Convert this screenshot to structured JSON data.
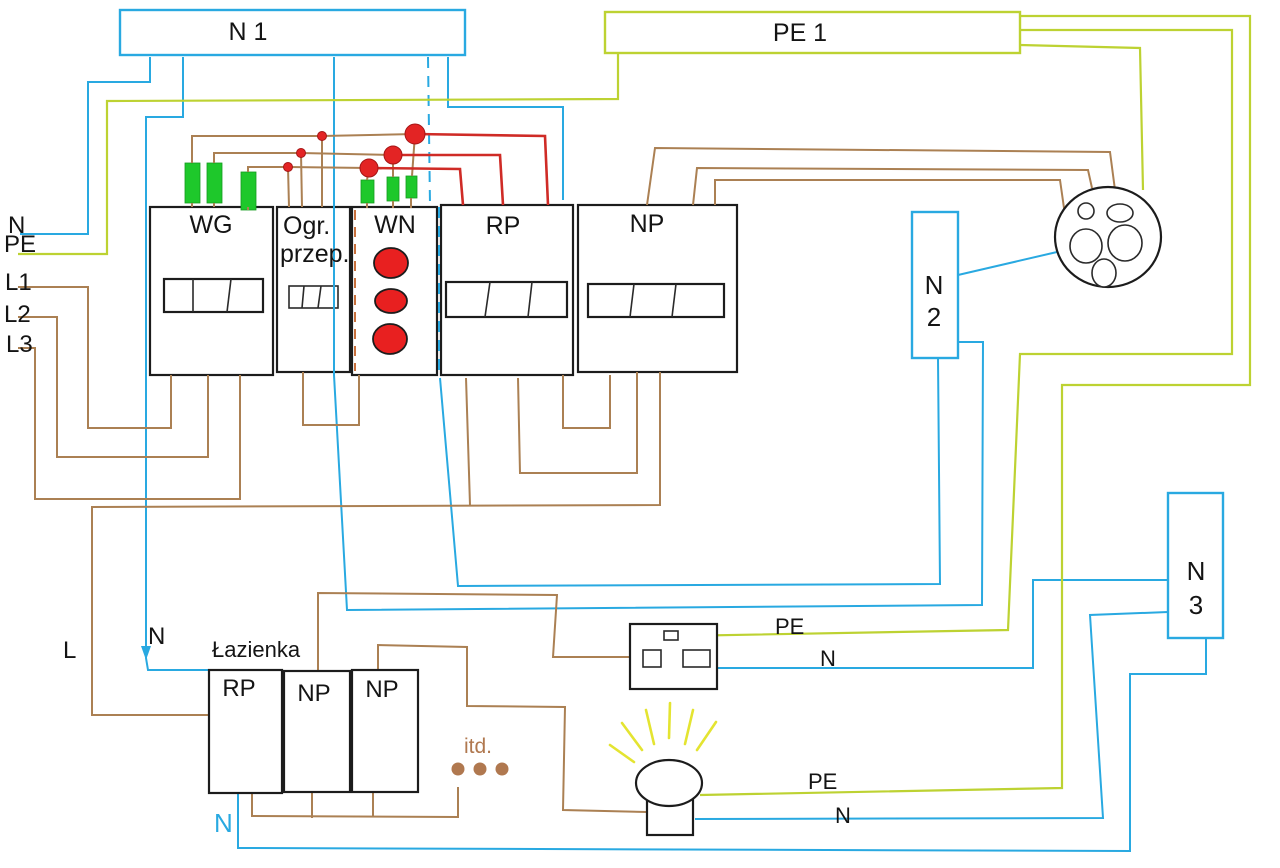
{
  "busbars": {
    "n1": "N 1",
    "pe1": "PE  1",
    "n2": [
      "N",
      "2"
    ],
    "n3": [
      "N",
      "3"
    ]
  },
  "supply": {
    "n": "N",
    "pe": "PE",
    "l1": "L1",
    "l2": "L2",
    "l3": "L3"
  },
  "devices": {
    "wg": "WG",
    "ogr": [
      "Ogr.",
      "przep."
    ],
    "wn": "WN",
    "rp": "RP",
    "np": "NP"
  },
  "bathroom": {
    "title": "Łazienka",
    "rp": "RP",
    "np1": "NP",
    "np2": "NP",
    "l": "L",
    "n_in": "N",
    "n_out": "N",
    "etc": "itd."
  },
  "outlet": {
    "pe": "PE",
    "n": "N"
  },
  "lamp": {
    "pe": "PE",
    "n": "N"
  },
  "colors": {
    "neutral_blue": "#29a9e1",
    "earth_green": "#bdd232",
    "phase_brown": "#ab8053",
    "fused_red": "#cf2b26",
    "fuse_green": "#1ec82b",
    "lamp_ray_yellow": "#e4e431",
    "surge_dash_orange": "#c8703c",
    "outline_black": "#1c1c1c"
  }
}
